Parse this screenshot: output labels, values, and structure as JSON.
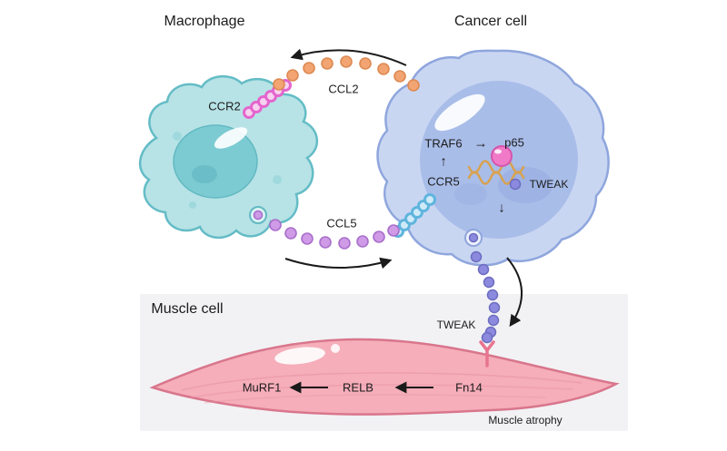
{
  "titles": {
    "macrophage": "Macrophage",
    "cancer_cell": "Cancer cell",
    "muscle_cell": "Muscle cell"
  },
  "labels": {
    "ccr2": "CCR2",
    "ccl2": "CCL2",
    "ccl5": "CCL5",
    "ccr5": "CCR5",
    "traf6": "TRAF6",
    "p65": "p65",
    "tweak": "TWEAK",
    "fn14": "Fn14",
    "relb": "RELB",
    "murf1": "MuRF1",
    "muscle_atrophy": "Muscle atrophy"
  },
  "glyphs": {
    "arrow_right": "→",
    "arrow_up": "↑",
    "arrow_down": "↓"
  },
  "colors": {
    "ccl2_dots": "#f2a572",
    "ccl5_dots": "#cf9ae6",
    "tweak_dots": "#8b8ade",
    "macrophage_body": "#b7e3e6",
    "macrophage_nucleus": "#7ccbd2",
    "cancer_body": "#c9d6f2",
    "cancer_nucleus": "#a9bde9",
    "muscle_body": "#f5aeba",
    "ccr2_receptor": "#e465cd",
    "ccr5_receptor": "#5fb5dd",
    "p65_ball": "#f07ac8",
    "dna": "#d8a24e",
    "panel": "#f2f2f5"
  }
}
